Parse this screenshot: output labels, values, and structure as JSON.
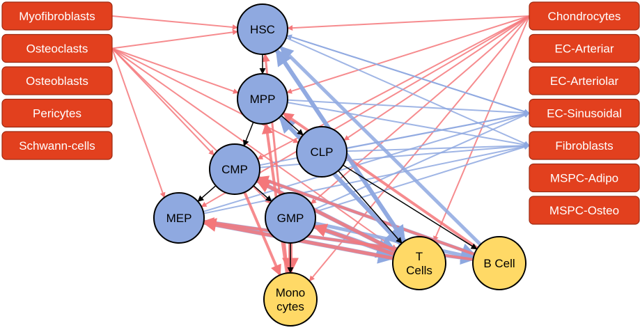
{
  "colors": {
    "stromal_box": "#e2401e",
    "stromal_box_border": "#9c2a12",
    "progenitor_node": "#8fa9e0",
    "mature_node": "#ffd966",
    "node_border": "#000000",
    "edge_red": "#f4777a",
    "edge_blue": "#8ea8e0",
    "edge_black": "#000000"
  },
  "left_boxes": [
    {
      "id": "myofibroblasts",
      "label": "Myofibroblasts"
    },
    {
      "id": "osteoclasts",
      "label": "Osteoclasts"
    },
    {
      "id": "osteoblasts",
      "label": "Osteoblasts"
    },
    {
      "id": "pericytes",
      "label": "Pericytes"
    },
    {
      "id": "schwann",
      "label": "Schwann-cells"
    }
  ],
  "right_boxes": [
    {
      "id": "chondrocytes",
      "label": "Chondrocytes"
    },
    {
      "id": "ec_arteriar",
      "label": "EC-Arteriar"
    },
    {
      "id": "ec_arteriolar",
      "label": "EC-Arteriolar"
    },
    {
      "id": "ec_sinusoidal",
      "label": "EC-Sinusoidal"
    },
    {
      "id": "fibroblasts",
      "label": "Fibroblasts"
    },
    {
      "id": "mspc_adipo",
      "label": "MSPC-Adipo"
    },
    {
      "id": "mspc_osteo",
      "label": "MSPC-Osteo"
    }
  ],
  "nodes": [
    {
      "id": "hsc",
      "lines": [
        "HSC"
      ],
      "kind": "progenitor"
    },
    {
      "id": "mpp",
      "lines": [
        "MPP"
      ],
      "kind": "progenitor"
    },
    {
      "id": "cmp",
      "lines": [
        "CMP"
      ],
      "kind": "progenitor"
    },
    {
      "id": "clp",
      "lines": [
        "CLP"
      ],
      "kind": "progenitor"
    },
    {
      "id": "mep",
      "lines": [
        "MEP"
      ],
      "kind": "progenitor"
    },
    {
      "id": "gmp",
      "lines": [
        "GMP"
      ],
      "kind": "progenitor"
    },
    {
      "id": "tcells",
      "lines": [
        "T",
        "Cells"
      ],
      "kind": "mature"
    },
    {
      "id": "bcell",
      "lines": [
        "B Cell"
      ],
      "kind": "mature"
    },
    {
      "id": "mono",
      "lines": [
        "Mono",
        "cytes"
      ],
      "kind": "mature"
    }
  ],
  "edges": [
    {
      "from": "osteoclasts",
      "to": "hsc",
      "color": "red",
      "weight": 2
    },
    {
      "from": "osteoclasts",
      "to": "mpp",
      "color": "red",
      "weight": 2
    },
    {
      "from": "osteoclasts",
      "to": "cmp",
      "color": "red",
      "weight": 2
    },
    {
      "from": "osteoclasts",
      "to": "clp",
      "color": "red",
      "weight": 2
    },
    {
      "from": "osteoclasts",
      "to": "mep",
      "color": "red",
      "weight": 2
    },
    {
      "from": "osteoclasts",
      "to": "gmp",
      "color": "red",
      "weight": 2
    },
    {
      "from": "osteoclasts",
      "to": "tcells",
      "color": "red",
      "weight": 2
    },
    {
      "from": "myofibroblasts",
      "to": "hsc",
      "color": "red",
      "weight": 2
    },
    {
      "from": "chondrocytes",
      "to": "hsc",
      "color": "red",
      "weight": 2
    },
    {
      "from": "chondrocytes",
      "to": "mpp",
      "color": "red",
      "weight": 2
    },
    {
      "from": "chondrocytes",
      "to": "cmp",
      "color": "red",
      "weight": 2
    },
    {
      "from": "chondrocytes",
      "to": "clp",
      "color": "red",
      "weight": 2
    },
    {
      "from": "chondrocytes",
      "to": "mep",
      "color": "red",
      "weight": 2
    },
    {
      "from": "chondrocytes",
      "to": "gmp",
      "color": "red",
      "weight": 2
    },
    {
      "from": "chondrocytes",
      "to": "tcells",
      "color": "red",
      "weight": 2
    },
    {
      "from": "chondrocytes",
      "to": "mono",
      "color": "red",
      "weight": 2
    },
    {
      "from": "hsc",
      "to": "ec_sinusoidal",
      "color": "blue",
      "weight": 2
    },
    {
      "from": "hsc",
      "to": "fibroblasts",
      "color": "blue",
      "weight": 2
    },
    {
      "from": "mpp",
      "to": "ec_sinusoidal",
      "color": "blue",
      "weight": 2
    },
    {
      "from": "mpp",
      "to": "fibroblasts",
      "color": "blue",
      "weight": 2
    },
    {
      "from": "cmp",
      "to": "ec_sinusoidal",
      "color": "blue",
      "weight": 2
    },
    {
      "from": "cmp",
      "to": "fibroblasts",
      "color": "blue",
      "weight": 2
    },
    {
      "from": "clp",
      "to": "ec_sinusoidal",
      "color": "blue",
      "weight": 2
    },
    {
      "from": "clp",
      "to": "fibroblasts",
      "color": "blue",
      "weight": 2
    },
    {
      "from": "mep",
      "to": "ec_sinusoidal",
      "color": "blue",
      "weight": 2
    },
    {
      "from": "mep",
      "to": "fibroblasts",
      "color": "blue",
      "weight": 2
    },
    {
      "from": "gmp",
      "to": "ec_sinusoidal",
      "color": "blue",
      "weight": 2
    },
    {
      "from": "gmp",
      "to": "fibroblasts",
      "color": "blue",
      "weight": 2
    },
    {
      "from": "ec_sinusoidal",
      "to": "hsc",
      "color": "blue",
      "weight": 2
    },
    {
      "from": "tcells",
      "to": "hsc",
      "color": "blue",
      "weight": 6
    },
    {
      "from": "tcells",
      "to": "mpp",
      "color": "blue",
      "weight": 6
    },
    {
      "from": "bcell",
      "to": "hsc",
      "color": "blue",
      "weight": 5
    },
    {
      "from": "bcell",
      "to": "mpp",
      "color": "red",
      "weight": 4
    },
    {
      "from": "mep",
      "to": "tcells",
      "color": "blue",
      "weight": 6
    },
    {
      "from": "mep",
      "to": "bcell",
      "color": "blue",
      "weight": 5
    },
    {
      "from": "cmp",
      "to": "tcells",
      "color": "blue",
      "weight": 6
    },
    {
      "from": "cmp",
      "to": "bcell",
      "color": "blue",
      "weight": 5
    },
    {
      "from": "gmp",
      "to": "tcells",
      "color": "blue",
      "weight": 7
    },
    {
      "from": "gmp",
      "to": "bcell",
      "color": "blue",
      "weight": 5
    },
    {
      "from": "mono",
      "to": "mpp",
      "color": "red",
      "weight": 4
    },
    {
      "from": "mono",
      "to": "hsc",
      "color": "red",
      "weight": 3
    },
    {
      "from": "tcells",
      "to": "mep",
      "color": "red",
      "weight": 5
    },
    {
      "from": "tcells",
      "to": "cmp",
      "color": "red",
      "weight": 5
    },
    {
      "from": "tcells",
      "to": "gmp",
      "color": "red",
      "weight": 5
    },
    {
      "from": "bcell",
      "to": "cmp",
      "color": "red",
      "weight": 4
    },
    {
      "from": "bcell",
      "to": "mep",
      "color": "red",
      "weight": 4
    },
    {
      "from": "gmp",
      "to": "mono",
      "color": "red",
      "weight": 6
    },
    {
      "from": "cmp",
      "to": "mono",
      "color": "red",
      "weight": 4
    },
    {
      "from": "mpp",
      "to": "tcells",
      "color": "blue",
      "weight": 6
    },
    {
      "from": "hsc",
      "to": "tcells",
      "color": "blue",
      "weight": 6
    },
    {
      "from": "hsc",
      "to": "mpp",
      "color": "black",
      "weight": 1.5
    },
    {
      "from": "mpp",
      "to": "cmp",
      "color": "black",
      "weight": 1.5
    },
    {
      "from": "mpp",
      "to": "clp",
      "color": "black",
      "weight": 1.5
    },
    {
      "from": "cmp",
      "to": "mep",
      "color": "black",
      "weight": 1.5
    },
    {
      "from": "cmp",
      "to": "gmp",
      "color": "black",
      "weight": 1.5
    },
    {
      "from": "clp",
      "to": "tcells",
      "color": "black",
      "weight": 1.5
    },
    {
      "from": "clp",
      "to": "bcell",
      "color": "black",
      "weight": 1.5
    },
    {
      "from": "gmp",
      "to": "mono",
      "color": "black",
      "weight": 1.5
    }
  ]
}
